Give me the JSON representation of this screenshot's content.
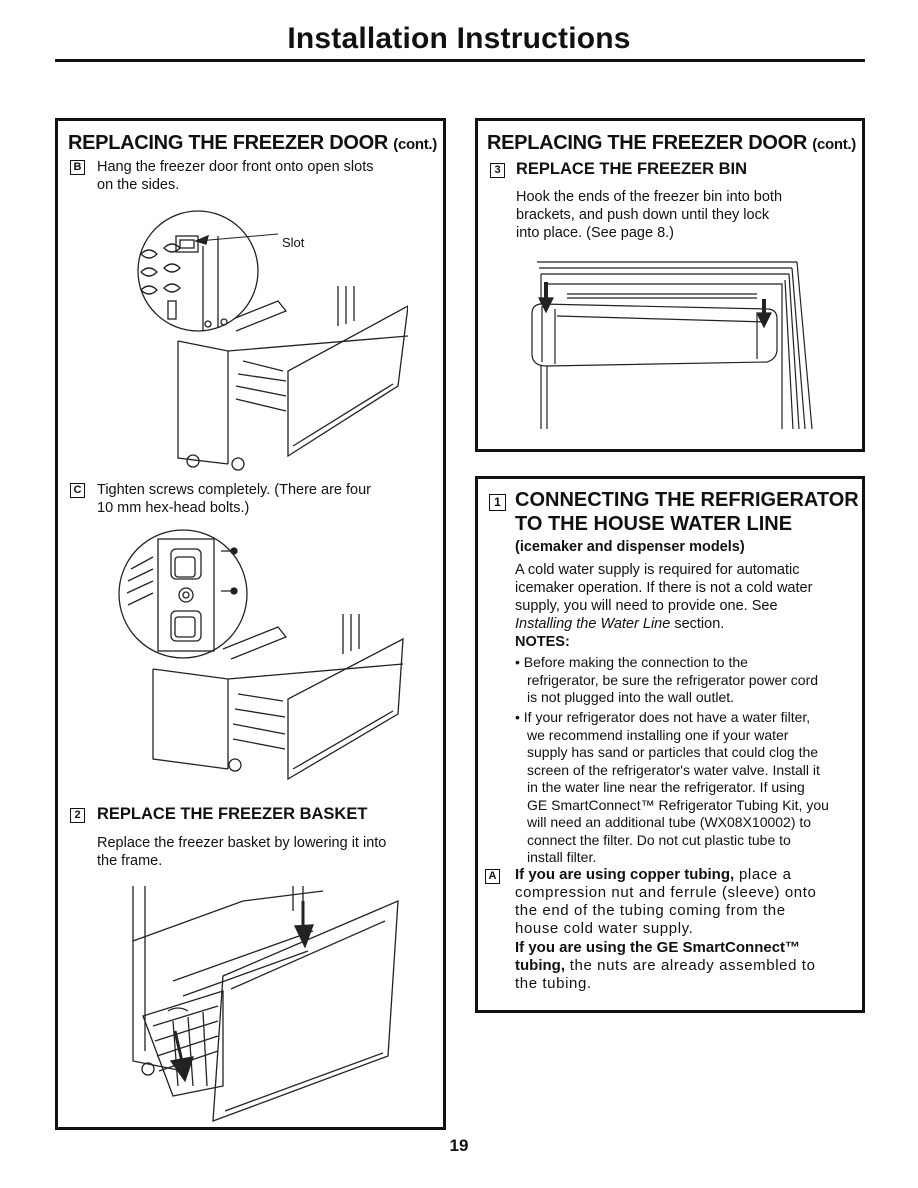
{
  "page": {
    "title": "Installation Instructions",
    "number": "19"
  },
  "left": {
    "title": "REPLACING THE FREEZER DOOR",
    "title_cont": "(cont.)",
    "stepB": {
      "letter": "B",
      "text_line1": "Hang the freezer door front onto open slots",
      "text_line2": "on the sides.",
      "callout": "Slot"
    },
    "stepC": {
      "letter": "C",
      "text_line1": "Tighten screws completely. (There are four",
      "text_line2": "10 mm hex-head bolts.)"
    },
    "step2": {
      "number": "2",
      "heading": "REPLACE THE FREEZER BASKET",
      "text_line1": "Replace the freezer basket by lowering it into",
      "text_line2": "the frame."
    }
  },
  "right_top": {
    "title": "REPLACING THE FREEZER DOOR",
    "title_cont": "(cont.)",
    "step3": {
      "number": "3",
      "heading": "REPLACE THE FREEZER BIN",
      "text_line1": "Hook the ends of the freezer bin into both",
      "text_line2": "brackets, and push down until they lock",
      "text_line3": "into place. (See page 8.)"
    }
  },
  "right_bottom": {
    "number": "1",
    "heading_line1": "CONNECTING THE REFRIGERATOR",
    "heading_line2": "TO THE HOUSE WATER LINE",
    "subheading": "(icemaker and dispenser models)",
    "intro_line1": "A cold water supply is required for automatic",
    "intro_line2": "icemaker operation. If there is not a cold water",
    "intro_line3": "supply, you will need to provide one. See",
    "intro_line4_italic": "Installing the Water Line",
    "intro_line4_rest": " section.",
    "notes_label": "NOTES:",
    "note1_line1": "• Before making the connection to the",
    "note1_line2": "refrigerator, be sure the refrigerator power cord",
    "note1_line3": "is not plugged into the wall outlet.",
    "note2_line1": "• If your refrigerator does not have a water filter,",
    "note2_line2": "we recommend installing one if your water",
    "note2_line3": "supply has sand or particles that could clog the",
    "note2_line4": "screen of the refrigerator's water valve. Install it",
    "note2_line5": "in the water line near the refrigerator. If using",
    "note2_line6": "GE SmartConnect™ Refrigerator Tubing Kit, you",
    "note2_line7": "will need an additional tube (WX08X10002) to",
    "note2_line8": "connect the filter. Do not cut plastic tube to",
    "note2_line9": "install filter.",
    "stepA": {
      "letter": "A",
      "copper_bold": "If you are using copper tubing,",
      "copper_line1_rest": " place a",
      "copper_line2": "compression nut and ferrule (sleeve) onto",
      "copper_line3": "the end of the tubing coming from the",
      "copper_line4": "house cold water supply.",
      "ge_bold_line1": "If you are using the GE SmartConnect™",
      "ge_bold_line2": "tubing,",
      "ge_line2_rest": " the nuts are already assembled to",
      "ge_line3": "the tubing."
    }
  }
}
